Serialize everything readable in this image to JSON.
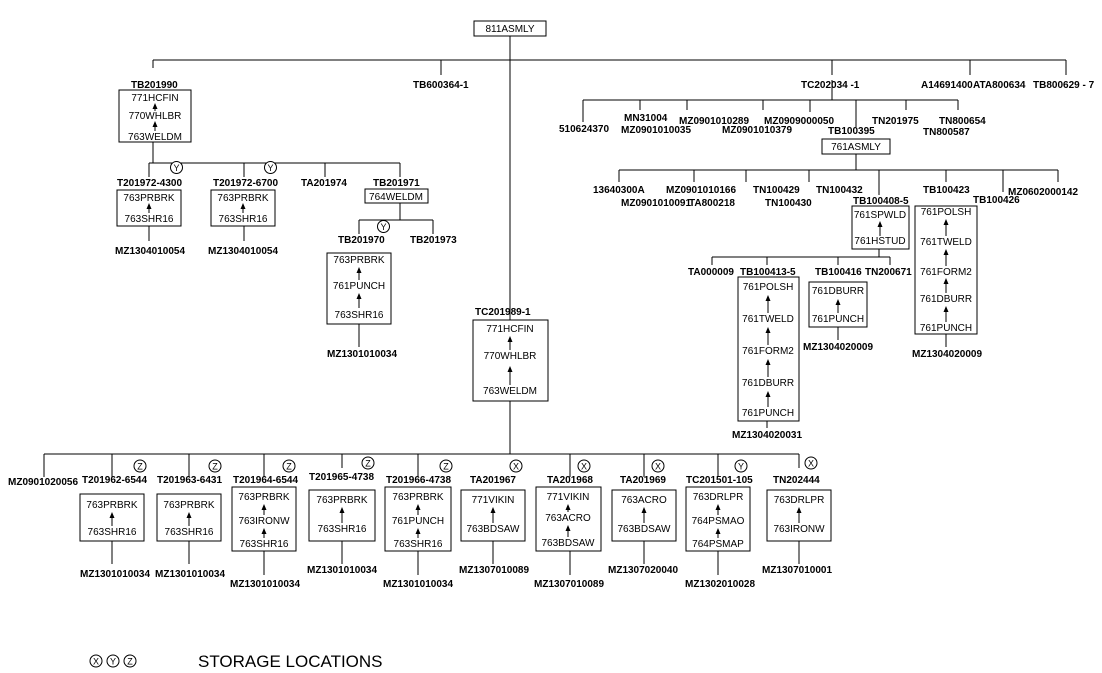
{
  "root_label": "811ASMLY",
  "legend": {
    "text": "STORAGE LOCATIONS",
    "markers": [
      "X",
      "Y",
      "Z"
    ]
  },
  "labels": {
    "tb201990": "TB201990",
    "tb600364": "TB600364-1",
    "tc202034": "TC202034 -1",
    "a14691400": "A14691400",
    "ata800634": "ATA800634",
    "tb800629": "TB800629 - 7",
    "mn31004": "MN31004",
    "p510624370": "510624370",
    "mz0901010035": "MZ0901010035",
    "mz0901010289": "MZ0901010289",
    "mz0901010379": "MZ0901010379",
    "mz0909000050": "MZ0909000050",
    "tb100395": "TB100395",
    "tn201975": "TN201975",
    "tn800587": "TN800587",
    "tn800654": "TN800654",
    "t201972_4300": "T201972-4300",
    "t201972_6700": "T201972-6700",
    "ta201974": "TA201974",
    "tb201971": "TB201971",
    "tb201970": "TB201970",
    "tb201973": "TB201973",
    "p13640300a": "13640300A",
    "mz0901010091": "MZ0901010091",
    "mz0901010166": "MZ0901010166",
    "ta800218": "TA800218",
    "tn100429": "TN100429",
    "tn100430": "TN100430",
    "tn100432": "TN100432",
    "tb100408_5": "TB100408-5",
    "tb100423": "TB100423",
    "tb100426": "TB100426",
    "mz0602000142": "MZ0602000142",
    "ta000009": "TA000009",
    "tb100413_5": "TB100413-5",
    "tb100416": "TB100416",
    "tn200671": "TN200671",
    "tc201989": "TC201989-1",
    "mz1304010054_a": "MZ1304010054",
    "mz1304010054_b": "MZ1304010054",
    "mz1301010034_top": "MZ1301010034",
    "mz1304020009_a": "MZ1304020009",
    "mz1304020009_b": "MZ1304020009",
    "mz1304020031": "MZ1304020031",
    "mz0901020056": "MZ0901020056",
    "t201962": "T201962-6544",
    "t201963": "T201963-6431",
    "t201964": "T201964-6544",
    "t201965": "T201965-4738",
    "t201966": "T201966-4738",
    "ta201967": "TA201967",
    "ta201968": "TA201968",
    "ta201969": "TA201969",
    "tc201501": "TC201501-105",
    "tn202444": "TN202444",
    "b1": "MZ1301010034",
    "b2": "MZ1301010034",
    "b3": "MZ1301010034",
    "b4": "MZ1301010034",
    "b5": "MZ1301010034",
    "b6": "MZ1307010089",
    "b7": "MZ1307010089",
    "b8": "MZ1307020040",
    "b9": "MZ1302010028",
    "b10": "MZ1307010001"
  },
  "boxes": {
    "asmly761": "761ASMLY",
    "weldm764": "764WELDM"
  },
  "stacks": {
    "tb201990": [
      "771HCFIN",
      "770WHLBR",
      "763WELDM"
    ],
    "t201972_4300": [
      "763PRBRK",
      "763SHR16"
    ],
    "t201972_6700": [
      "763PRBRK",
      "763SHR16"
    ],
    "tb201970": [
      "763PRBRK",
      "761PUNCH",
      "763SHR16"
    ],
    "tb100408_5": [
      "761SPWLD",
      "761HSTUD"
    ],
    "tb100423": [
      "761POLSH",
      "761TWELD",
      "761FORM2",
      "761DBURR",
      "761PUNCH"
    ],
    "tb100413_5": [
      "761POLSH",
      "761TWELD",
      "761FORM2",
      "761DBURR",
      "761PUNCH"
    ],
    "tb100416": [
      "761DBURR",
      "761PUNCH"
    ],
    "tc201989": [
      "771HCFIN",
      "770WHLBR",
      "763WELDM"
    ],
    "t201962": [
      "763PRBRK",
      "763SHR16"
    ],
    "t201963": [
      "763PRBRK",
      "763SHR16"
    ],
    "t201964": [
      "763PRBRK",
      "763IRONW",
      "763SHR16"
    ],
    "t201965": [
      "763PRBRK",
      "763SHR16"
    ],
    "t201966": [
      "763PRBRK",
      "761PUNCH",
      "763SHR16"
    ],
    "ta201967": [
      "771VIKIN",
      "763BDSAW"
    ],
    "ta201968": [
      "771VIKIN",
      "763ACRO",
      "763BDSAW"
    ],
    "ta201969": [
      "763ACRO",
      "763BDSAW"
    ],
    "tc201501": [
      "763DRLPR",
      "764PSMAO",
      "764PSMAP"
    ],
    "tn202444": [
      "763DRLPR",
      "763IRONW"
    ]
  },
  "markers": {
    "y1": "Y",
    "y2": "Y",
    "y3": "Y",
    "z1": "Z",
    "z2": "Z",
    "z3": "Z",
    "z4": "Z",
    "z5": "Z",
    "x1": "X",
    "x2": "X",
    "x3": "X",
    "y4": "Y",
    "x4": "X"
  }
}
